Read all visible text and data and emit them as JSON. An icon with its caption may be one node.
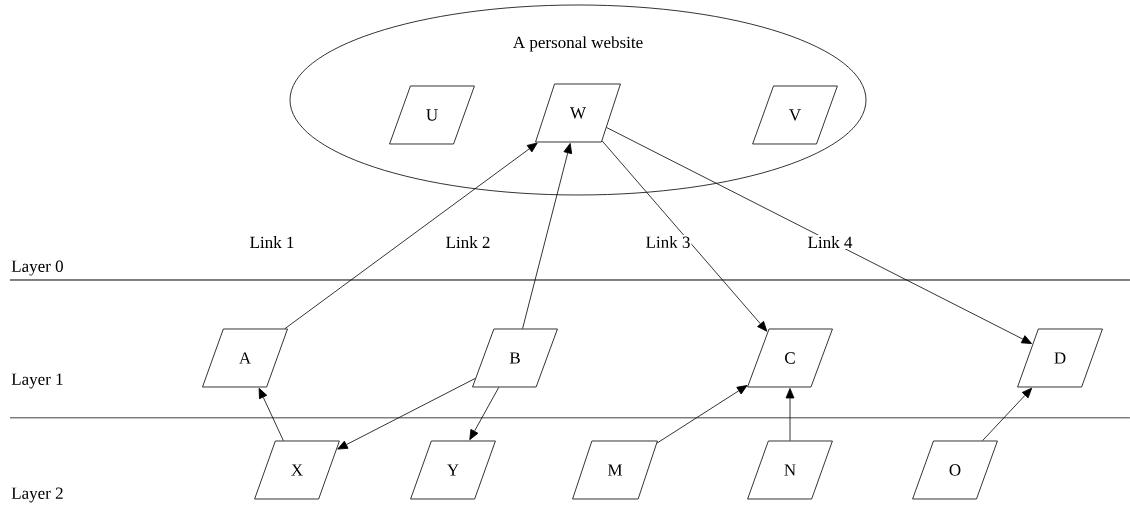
{
  "diagram": {
    "nodes": [
      {
        "text": [
          "A personal website"
        ]
      },
      {
        "text": [
          "U"
        ],
        "in": 0
      },
      {
        "text": [
          "W"
        ],
        "in": 0
      },
      {
        "text": [
          "V"
        ],
        "in": 0
      },
      {
        "text": [
          "A"
        ]
      },
      {
        "text": [
          "B"
        ]
      },
      {
        "text": [
          "C"
        ]
      },
      {
        "text": [
          "D"
        ]
      },
      {
        "text": [
          "X"
        ]
      },
      {
        "text": [
          "Y"
        ]
      },
      {
        "text": [
          "M"
        ]
      },
      {
        "text": [
          "N"
        ]
      },
      {
        "text": [
          "O"
        ]
      }
    ],
    "edges": [
      {
        "from": 4,
        "to": 2,
        "arrow": "to"
      },
      {
        "from": 5,
        "to": 2,
        "arrow": "to"
      },
      {
        "from": 2,
        "to": 6,
        "arrow": "to"
      },
      {
        "from": 2,
        "to": 7,
        "arrow": "to"
      },
      {
        "from": 8,
        "to": 4,
        "arrow": "to"
      },
      {
        "from": 5,
        "to": 8,
        "arrow": "to"
      },
      {
        "from": 5,
        "to": 9,
        "arrow": "to"
      },
      {
        "from": 10,
        "to": 6,
        "arrow": "to"
      },
      {
        "from": 11,
        "to": 6,
        "arrow": "to"
      },
      {
        "from": 12,
        "to": 7,
        "arrow": "to"
      }
    ],
    "labels": [
      "Link 1",
      "Link 2",
      "Link 3",
      "Link 4",
      "Layer 0",
      "Layer 1",
      "Layer 2"
    ]
  }
}
